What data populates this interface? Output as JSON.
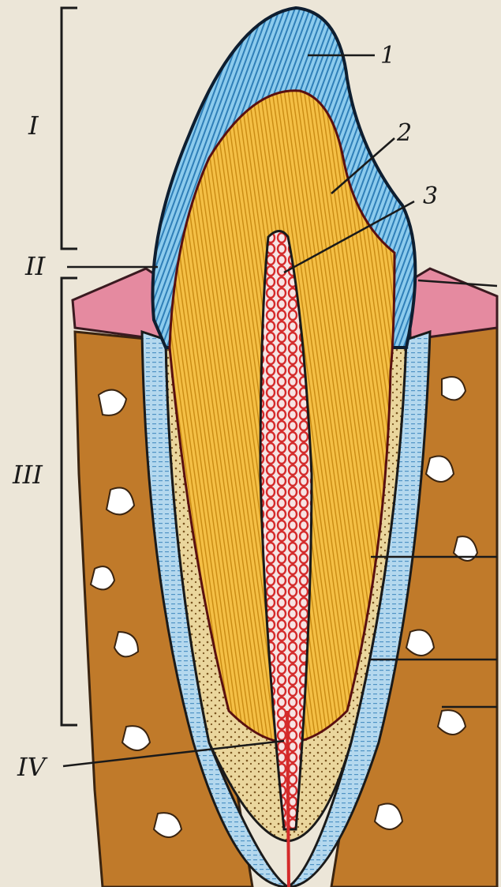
{
  "labels": {
    "n1": "1",
    "n2": "2",
    "n3": "3",
    "r1": "I",
    "r2": "II",
    "r3": "III",
    "r4": "IV"
  },
  "colors": {
    "background": "#ece6d8",
    "enamel": "#6fb6e0",
    "dentin": "#f0b12e",
    "pulp_vessels": "#d42a2a",
    "cementum": "#e9d59a",
    "periodontal_ligament": "#a9cfe6",
    "bone": "#c07a2a",
    "gingiva": "#e58aa0"
  }
}
